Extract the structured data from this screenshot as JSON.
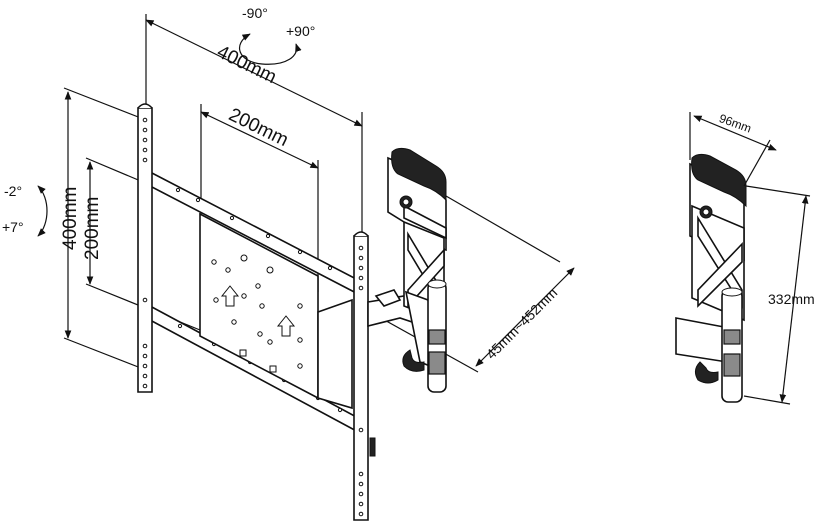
{
  "rotation": {
    "minus": "-90°",
    "plus": "+90°"
  },
  "tilt": {
    "minus": "-2°",
    "plus": "+7°"
  },
  "dimensions": {
    "width_outer": "400mm",
    "width_inner": "200mm",
    "height_outer": "400mm",
    "height_inner": "200mm",
    "depth_range": "45mm~452mm",
    "wall_plate_width": "96mm",
    "wall_plate_height": "332mm"
  }
}
